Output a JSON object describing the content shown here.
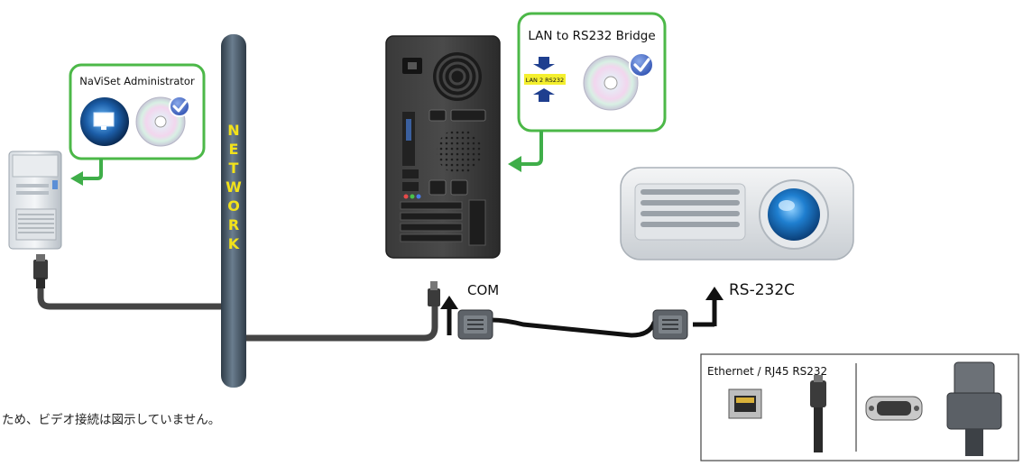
{
  "callouts": {
    "admin_title": "NaViSet Administrator",
    "bridge_title": "LAN to RS232 Bridge",
    "bridge_badge": "LAN 2 RS232"
  },
  "network": {
    "letters": [
      "N",
      "E",
      "T",
      "W",
      "O",
      "R",
      "K"
    ]
  },
  "labels": {
    "com": "COM",
    "rs232c": "RS-232C"
  },
  "connector_box": {
    "title": "Ethernet / RJ45 RS232"
  },
  "note": {
    "text": "ため、ビデオ接続は図示していません。"
  },
  "colors": {
    "callout_border": "#4cb848",
    "arrow_green": "#3fae49",
    "network_pole": "#4f6070",
    "network_text": "#f2e21a",
    "cable": "#444444",
    "badge_yellow": "#f4ef2e",
    "badge_arrows": "#1f3f8f"
  },
  "icons": [
    "server-icon",
    "monitor-globe-icon",
    "software-disc-icon",
    "checkmark-icon",
    "pc-tower-icon",
    "projector-icon",
    "rj45-plug-icon",
    "db9-connector-icon",
    "ethernet-port-icon"
  ]
}
